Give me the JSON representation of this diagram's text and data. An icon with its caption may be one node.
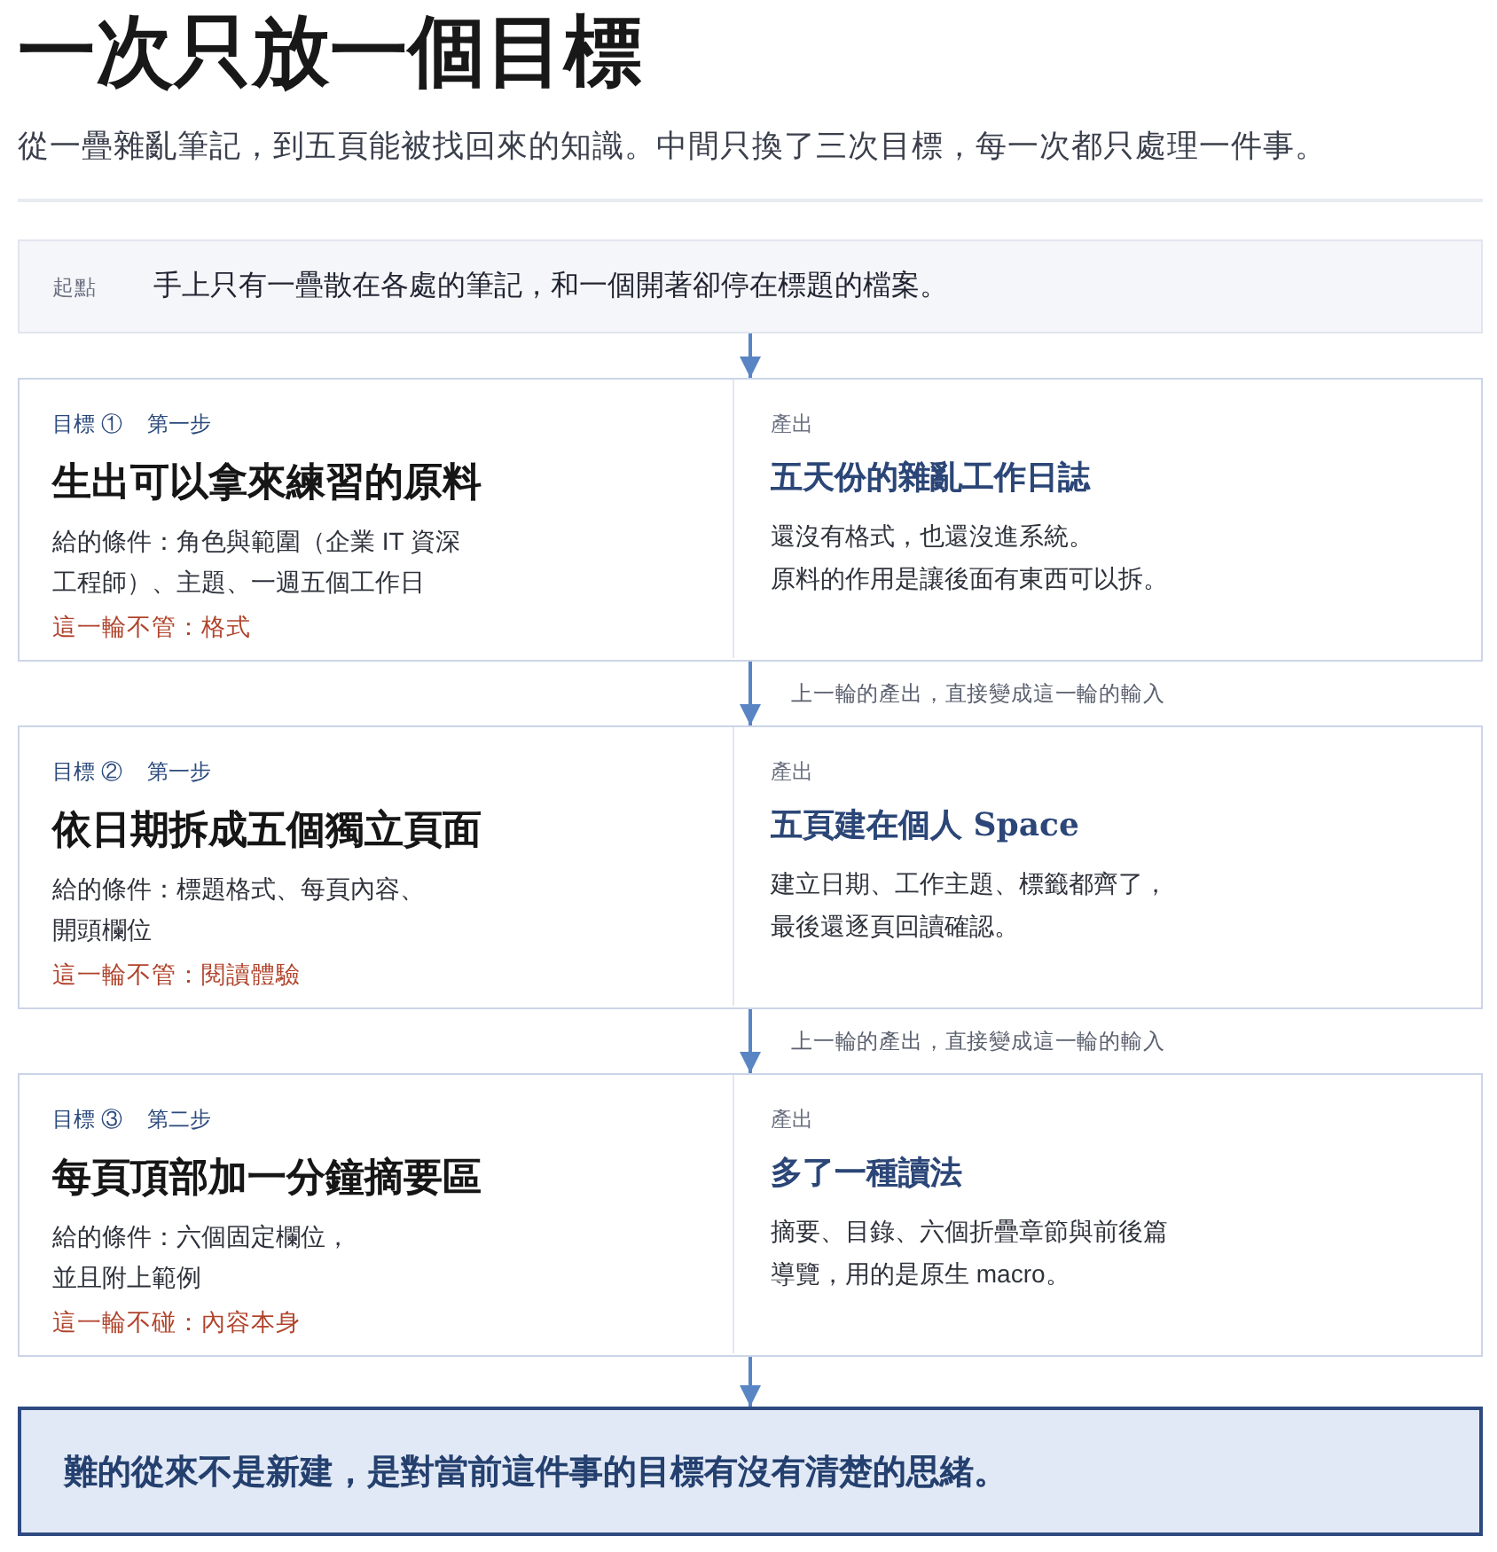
{
  "diagram": {
    "title": "一次只放一個目標",
    "nodes": [
      {
        "text": [
          "起點",
          "手上只有一疊散在各處的筆記，和一個開著卻停在標題的檔案。"
        ]
      },
      {
        "text": [
          "目標 ①",
          "第一步",
          "生出可以拿來練習的原料",
          "給的條件：角色與範圍（企業 IT 資深工程師）、主題、一週五個工作日",
          "這一輪不管：格式"
        ]
      },
      {
        "text": [
          "產出",
          "五天份的雜亂工作日誌",
          "還沒有格式，也還沒進系統。",
          "原料的作用是讓後面有東西可以拆。"
        ],
        "in": 1
      },
      {
        "text": [
          "目標 ②",
          "第一步",
          "依日期拆成五個獨立頁面",
          "給的條件：標題格式、每頁內容、開頭欄位",
          "這一輪不管：閱讀體驗"
        ]
      },
      {
        "text": [
          "產出",
          "五頁建在個人 Space",
          "建立日期、工作主題、標籤都齊了，最後還逐頁回讀確認。"
        ],
        "in": 3
      },
      {
        "text": [
          "目標 ③",
          "第二步",
          "每頁頂部加一分鐘摘要區",
          "給的條件：六個固定欄位，並且附上範例",
          "這一輪不碰：內容本身"
        ]
      },
      {
        "text": [
          "產出",
          "多了一種讀法",
          "摘要、目錄、六個折疊章節與前後篇導覽，用的是原生 macro。"
        ],
        "in": 5
      },
      {
        "text": [
          "難的從來不是新建，是對當前這件事的目標有沒有清楚的思緒。"
        ]
      }
    ],
    "edges": [
      {
        "from": 0,
        "to": 1,
        "arrow": "to"
      },
      {
        "from": 1,
        "to": 3,
        "arrow": "to",
        "label": "上一輪的產出，直接變成這一輪的輸入"
      },
      {
        "from": 3,
        "to": 5,
        "arrow": "to",
        "label": "上一輪的產出，直接變成這一輪的輸入"
      },
      {
        "from": 5,
        "to": 7,
        "arrow": "to"
      }
    ],
    "labels": [
      "從一疊雜亂筆記，到五頁能被找回來的知識。中間只換了三次目標，每一次都只處理一件事。"
    ]
  }
}
